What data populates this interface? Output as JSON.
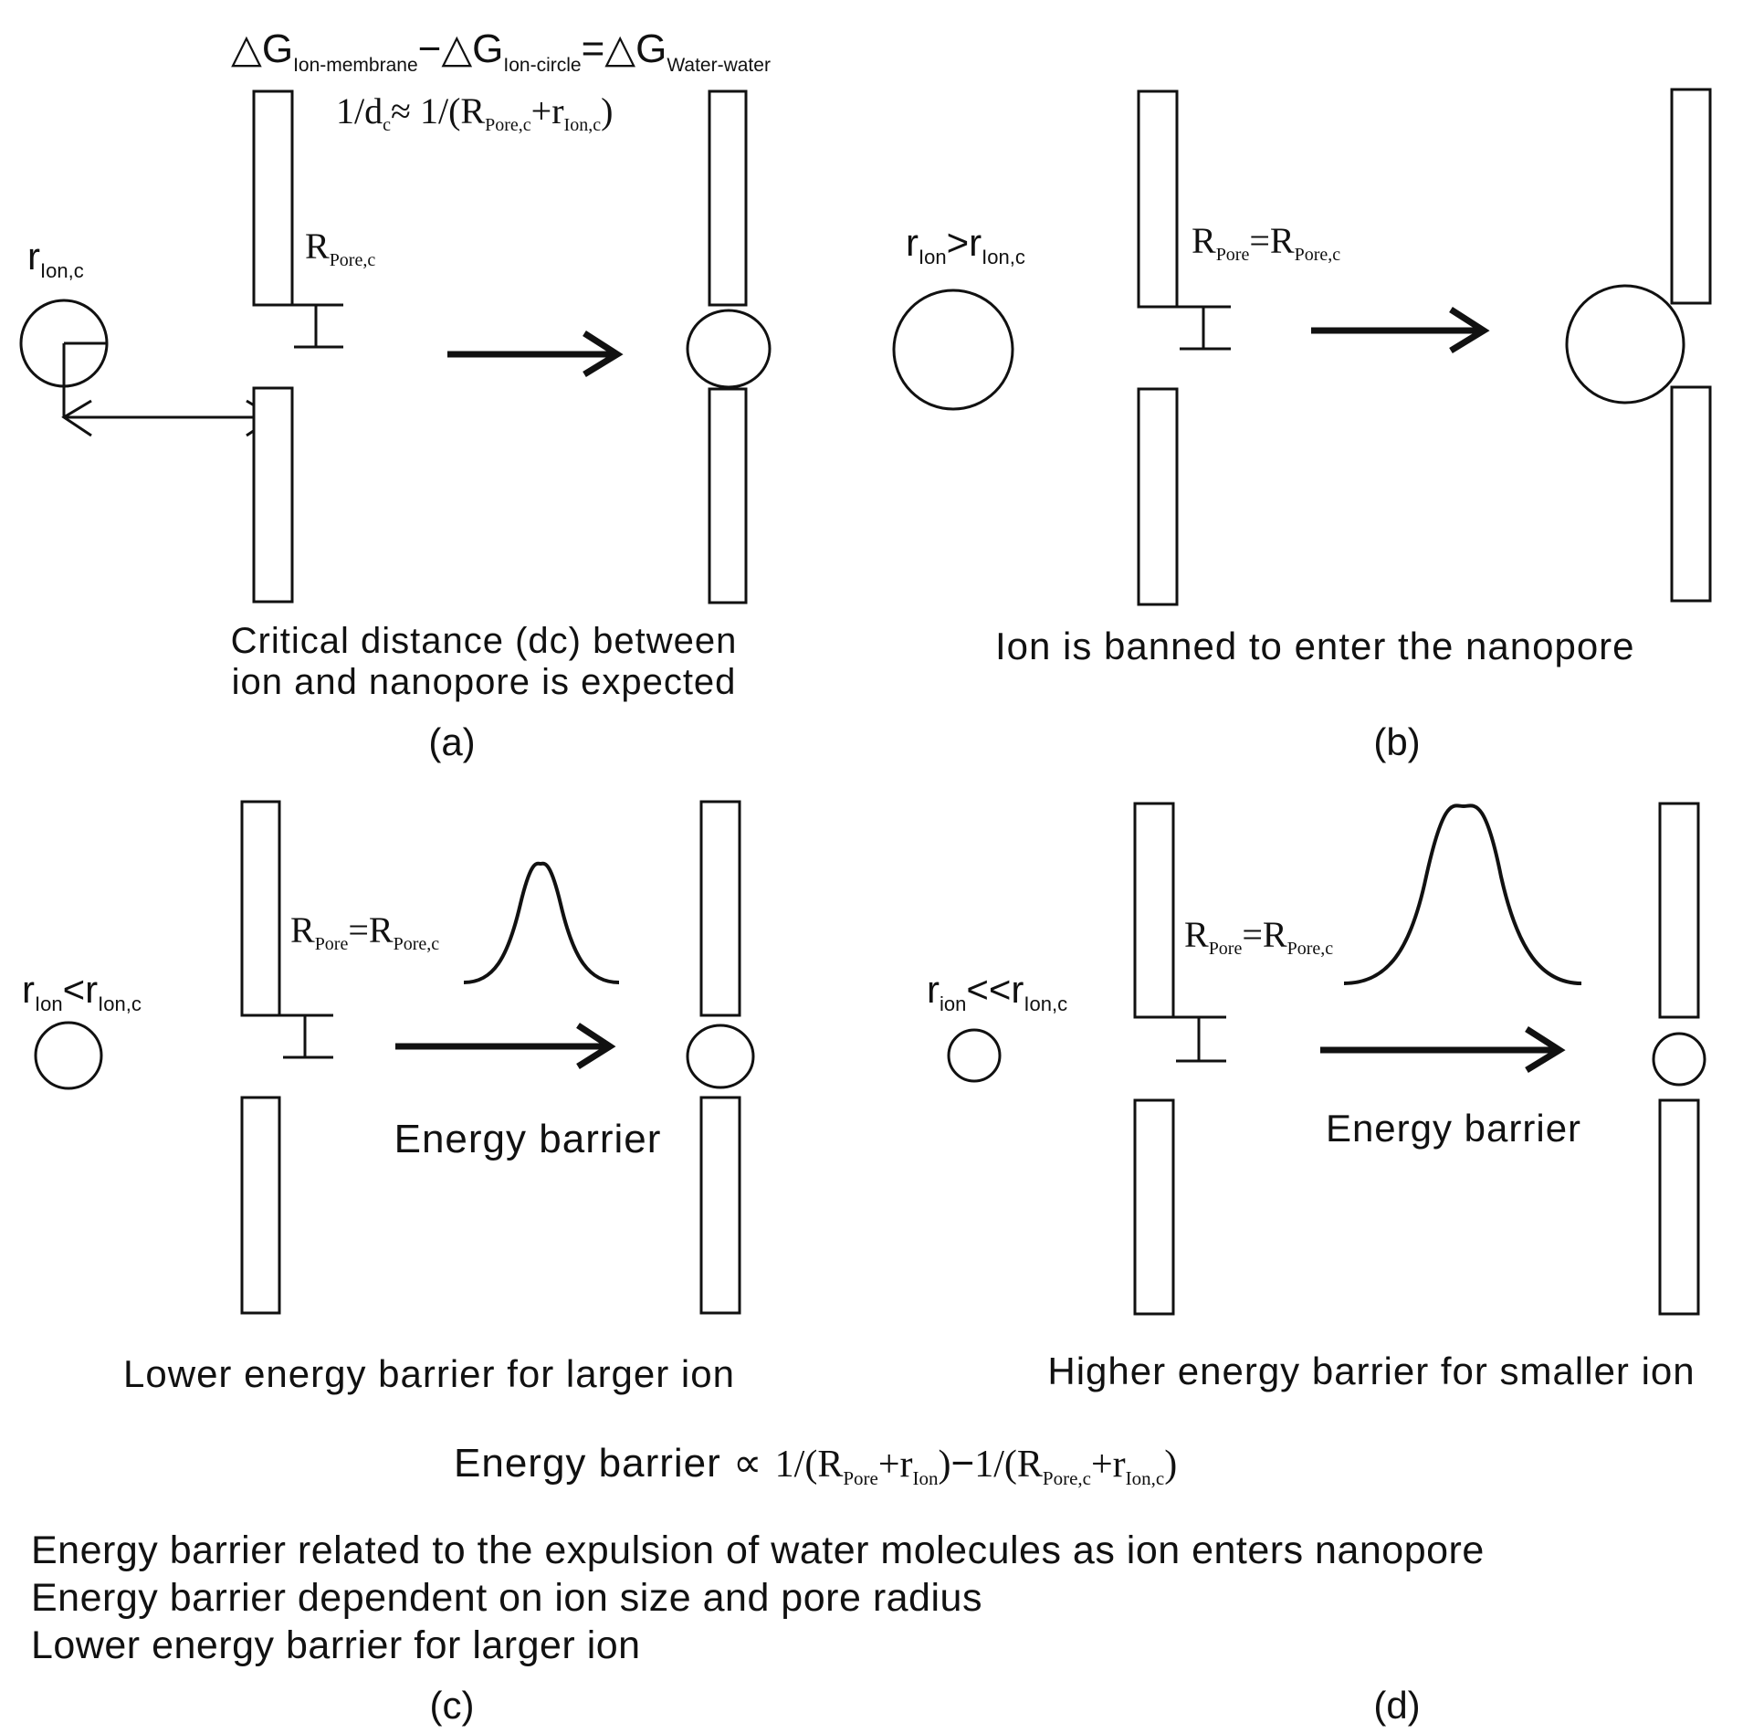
{
  "panel_a": {
    "eq1": {
      "dG1": "△G",
      "s1": "Ion-membrane",
      "minus": "−",
      "dG2": "△G",
      "s2": "Ion-circle",
      "eq": "=",
      "dG3": "△G",
      "s3": "Water-water"
    },
    "eq2": {
      "a": "1/d",
      "a_sub": "c",
      "b": "≈ 1/(R",
      "b_sub": "Pore,c",
      "c": "+r",
      "c_sub": "Ion,c",
      "d": ")"
    },
    "ion_label": {
      "main": "r",
      "sub": "Ion,c"
    },
    "pore_label": {
      "main": "R",
      "sub": "Pore,c"
    },
    "caption_line1": "Critical distance (dc) between",
    "caption_line2": "ion and nanopore is expected",
    "tag": "(a)"
  },
  "panel_b": {
    "ion_label": {
      "r1": "r",
      "s1": "Ion",
      "gt": ">",
      "r2": "r",
      "s2": "Ion,c"
    },
    "pore_label": {
      "R1": "R",
      "s1": "Pore",
      "eq": "=",
      "R2": "R",
      "s2": "Pore,c"
    },
    "caption": "Ion is banned to enter the nanopore",
    "tag": "(b)"
  },
  "panel_c": {
    "ion_label": {
      "r1": "r",
      "s1": "Ion",
      "lt": "<",
      "r2": "r",
      "s2": "Ion,c"
    },
    "pore_label": {
      "R1": "R",
      "s1": "Pore",
      "eq": "=",
      "R2": "R",
      "s2": "Pore,c"
    },
    "barrier_label": "Energy barrier",
    "caption": "Lower energy barrier for larger ion",
    "tag": "(c)"
  },
  "panel_d": {
    "ion_label": {
      "r1": "r",
      "s1": "ion",
      "lt": "<<",
      "r2": "r",
      "s2": "Ion,c"
    },
    "pore_label": {
      "R1": "R",
      "s1": "Pore",
      "eq": "=",
      "R2": "R",
      "s2": "Pore,c"
    },
    "barrier_label": "Energy barrier",
    "caption": "Higher energy barrier for smaller ion",
    "tag": "(d)"
  },
  "formula": {
    "lead": "Energy barrier ∝ ",
    "p1": "1/(R",
    "s1": "Pore",
    "p2": "+r",
    "s2": "Ion",
    "p3": ")",
    "minus": "−",
    "p4": "1/(R",
    "s3": "Pore,c",
    "p5": "+r",
    "s4": "Ion,c",
    "p6": ")"
  },
  "notes": [
    "Energy barrier related to the expulsion of water molecules  as ion enters nanopore",
    "Energy barrier dependent on ion size and pore radius",
    "Lower energy barrier for larger ion"
  ]
}
